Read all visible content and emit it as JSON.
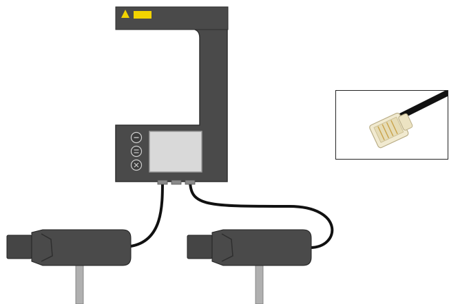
{
  "scene": {
    "meter_device": {
      "body_color": "#4a4a4a",
      "edge_color": "#3a3a3a",
      "warning_label": {
        "icon": "warning-triangle-icon",
        "color": "#f2d300"
      },
      "buttons": [
        {
          "icon": "minus-icon"
        },
        {
          "icon": "equals-icon"
        },
        {
          "icon": "x-icon"
        }
      ],
      "display_color": "#d9d9d9"
    },
    "probes": [
      {
        "name": "left-probe",
        "body_color": "#4a4a4a",
        "cable_color": "#111111"
      },
      {
        "name": "right-probe",
        "body_color": "#4a4a4a",
        "cable_color": "#111111"
      }
    ],
    "inset": {
      "subject": "rj-connector",
      "cable_color": "#111111"
    }
  }
}
